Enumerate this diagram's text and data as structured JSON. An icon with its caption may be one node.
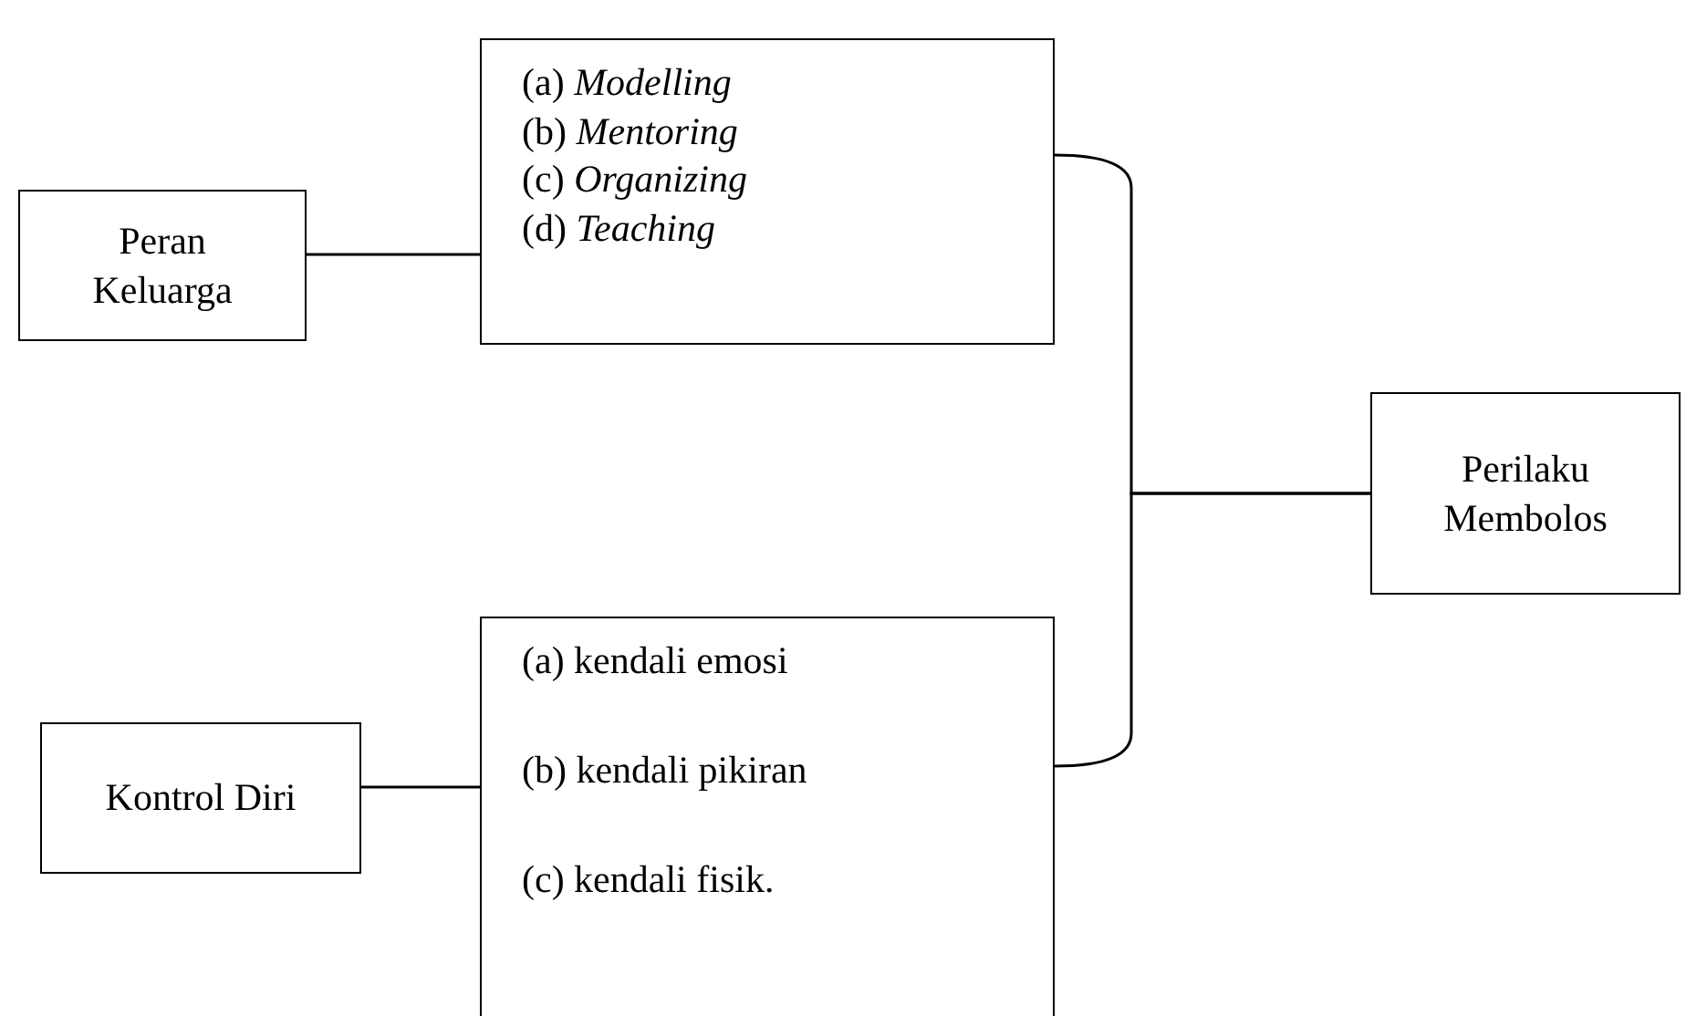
{
  "diagram": {
    "nodes": [
      {
        "text": [
          "Peran Keluarga"
        ]
      },
      {
        "text": [
          "(a) *Modelling*",
          "(b) *Mentoring*",
          "(c) *Organizing*",
          "(d) *Teaching*"
        ]
      },
      {
        "text": [
          "Perilaku Membolos"
        ]
      },
      {
        "text": [
          "Kontrol Diri"
        ]
      },
      {
        "text": [
          "(a) kendali emosi",
          "(b) kendali pikiran",
          "(c) kendali fisik."
        ]
      }
    ],
    "edges": [
      {
        "from": 0,
        "to": 1,
        "arrow": "none"
      },
      {
        "from": 3,
        "to": 4,
        "arrow": "none"
      },
      {
        "from": 1,
        "to": 2,
        "arrow": "none"
      },
      {
        "from": 4,
        "to": 2,
        "arrow": "none"
      }
    ]
  }
}
